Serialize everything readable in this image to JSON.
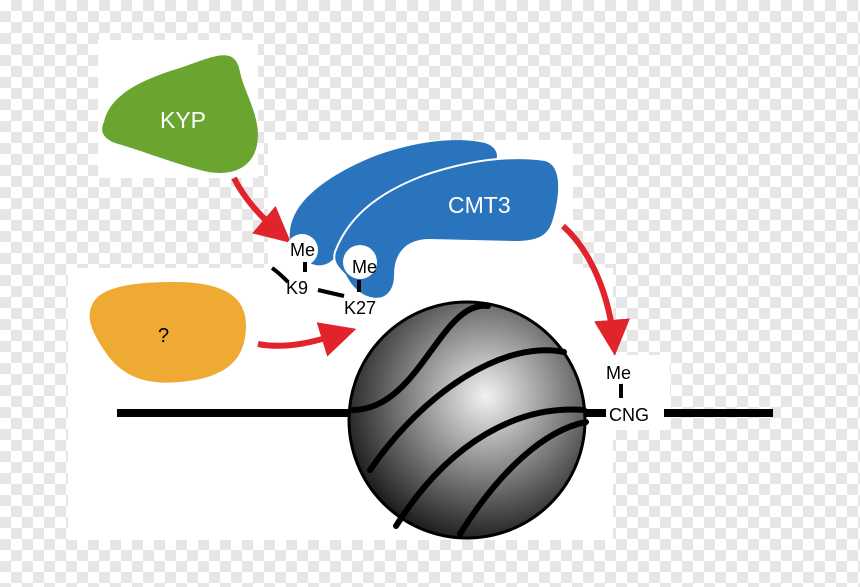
{
  "proteins": {
    "kyp": {
      "label": "KYP",
      "color": "#6aa52f"
    },
    "unknown": {
      "label": "?",
      "color": "#eeaa33"
    },
    "cmt3": {
      "label": "CMT3",
      "color": "#2a74bd"
    }
  },
  "marks": {
    "k9": {
      "label": "K9",
      "mod": "Me"
    },
    "k27": {
      "label": "K27",
      "mod": "Me"
    },
    "cng": {
      "label": "CNG",
      "mod": "Me"
    }
  },
  "colors": {
    "arrow": "#e1242c",
    "dna": "#000000",
    "nucleosome_light": "#f2f2f2",
    "nucleosome_dark": "#1e1e1e"
  }
}
